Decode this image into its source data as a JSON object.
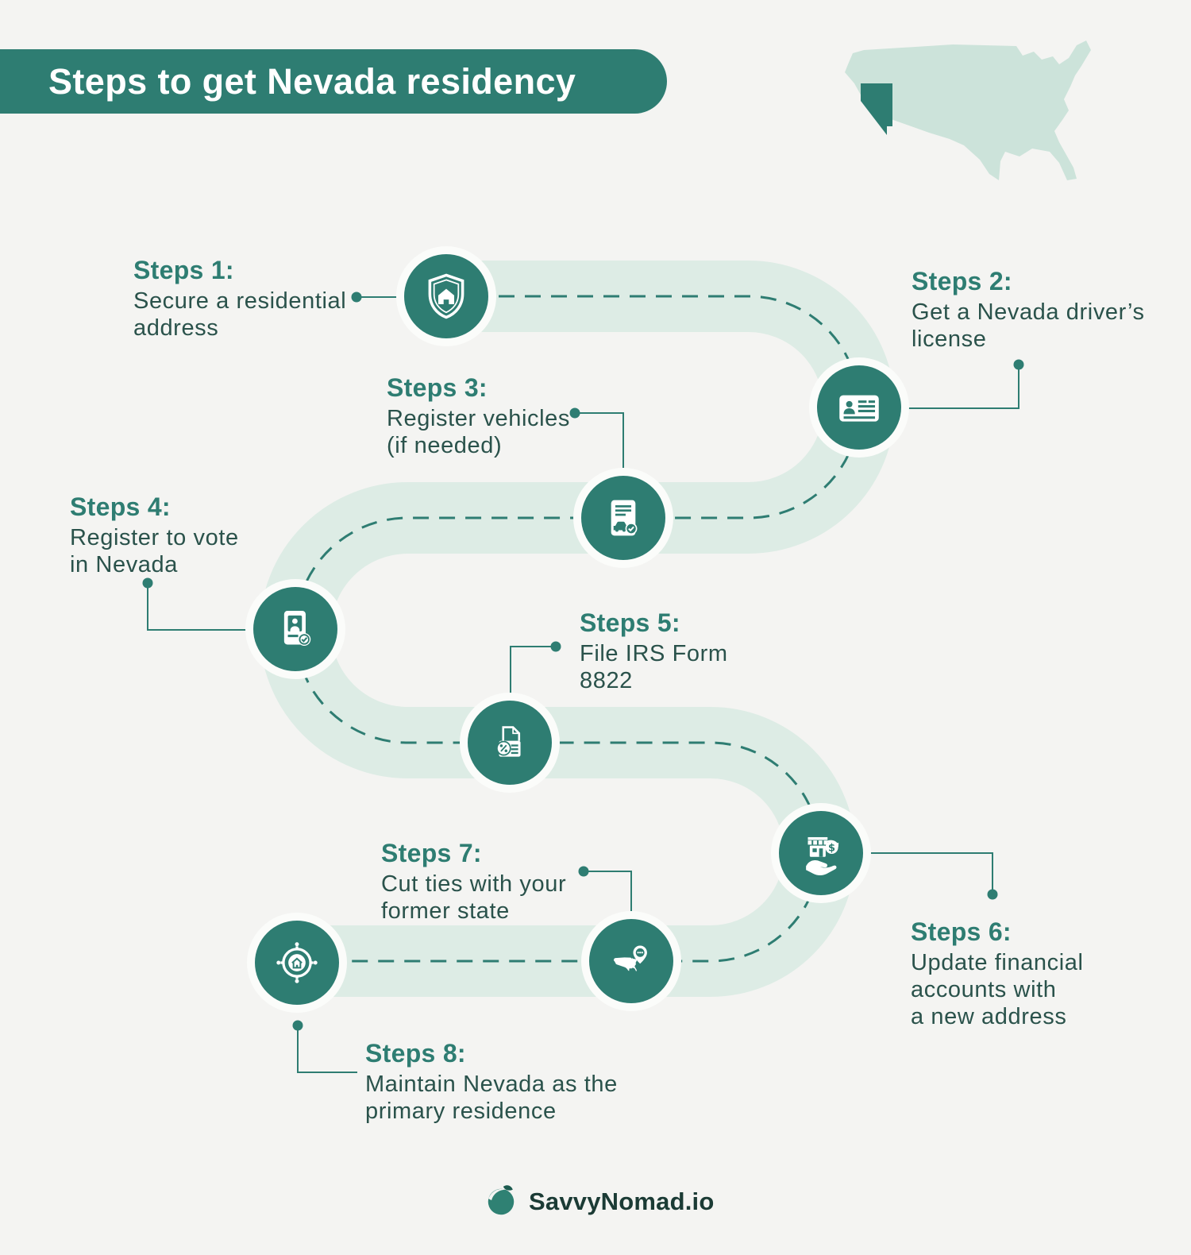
{
  "title": "Steps to get Nevada residency",
  "map": {
    "name": "united-states",
    "highlighted_state": "Nevada"
  },
  "colors": {
    "teal": "#2E7D72",
    "mint_road": "#DDECE5",
    "map_fill": "#CCE3DA",
    "background": "#F4F4F2",
    "text_dark": "#2A524B",
    "footer_text": "#1B3B35",
    "white": "#FFFFFF"
  },
  "glyphs": {
    "dollar": "$"
  },
  "steps": [
    {
      "heading": "Steps 1:",
      "desc": "Secure a residential\naddress",
      "icon": "shield-house-icon"
    },
    {
      "heading": "Steps 2:",
      "desc": "Get a Nevada driver’s\nlicense",
      "icon": "drivers-license-icon"
    },
    {
      "heading": "Steps 3:",
      "desc": "Register vehicles\n(if needed)",
      "icon": "vehicle-registration-icon"
    },
    {
      "heading": "Steps 4:",
      "desc": "Register to vote\nin Nevada",
      "icon": "voter-registration-icon"
    },
    {
      "heading": "Steps 5:",
      "desc": "File IRS Form\n8822",
      "icon": "irs-form-icon"
    },
    {
      "heading": "Steps 6:",
      "desc": "Update financial\naccounts with\na new address",
      "icon": "financial-accounts-icon"
    },
    {
      "heading": "Steps 7:",
      "desc": "Cut ties with your\nformer state",
      "icon": "former-state-map-icon"
    },
    {
      "heading": "Steps 8:",
      "desc": "Maintain Nevada as the\nprimary residence",
      "icon": "primary-residence-target-icon"
    }
  ],
  "footer": {
    "brand": "SavvyNomad.io"
  }
}
